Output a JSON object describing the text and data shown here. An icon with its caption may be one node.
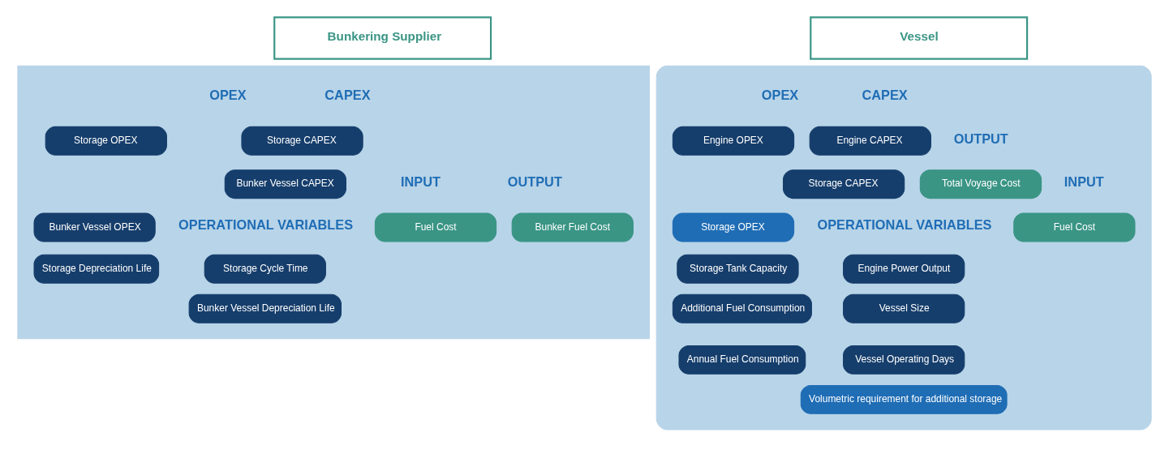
{
  "diagram": {
    "nodes": [
      {
        "text": [
          "Bunkering Supplier"
        ]
      },
      {
        "text": [],
        "shape": "band"
      },
      {
        "text": [
          "Fuel Cost"
        ],
        "in": 1
      },
      {
        "text": [
          "Storage CAPEX"
        ],
        "in": 1
      },
      {
        "text": [
          "Bunker Vessel CAPEX"
        ],
        "in": 1
      },
      {
        "text": [
          "Storage OPEX"
        ],
        "in": 1
      },
      {
        "text": [
          "Bunker Vessel OPEX"
        ],
        "in": 1
      },
      {
        "text": [
          "Bunker Fuel Cost"
        ],
        "in": 1
      },
      {
        "text": [
          "Storage Cycle Time"
        ],
        "in": 1
      },
      {
        "text": [
          "Storage Depreciation Life"
        ],
        "in": 1
      },
      {
        "text": [
          "Bunker Vessel Depreciation Life"
        ],
        "in": 1
      },
      {
        "text": [
          "Vessel"
        ]
      },
      {
        "text": [],
        "shape": "box"
      },
      {
        "text": [
          "Fuel Cost"
        ],
        "in": 12
      },
      {
        "text": [
          "Engine CAPEX"
        ],
        "in": 12
      },
      {
        "text": [
          "Storage CAPEX"
        ],
        "in": 12
      },
      {
        "text": [
          "Engine OPEX"
        ],
        "in": 12
      },
      {
        "text": [
          "Storage OPEX"
        ],
        "in": 12
      },
      {
        "text": [
          "Total Voyage Cost"
        ],
        "in": 12
      },
      {
        "text": [
          "Engine Power Output"
        ],
        "in": 12
      },
      {
        "text": [
          "Storage Tank Capacity"
        ],
        "in": 12
      },
      {
        "text": [
          "Vessel Size"
        ],
        "in": 12
      },
      {
        "text": [
          "Additional Fuel Consumption"
        ],
        "in": 12
      },
      {
        "text": [
          "Vessel Operating Days"
        ],
        "in": 12
      },
      {
        "text": [
          "Annual Fuel Consumption"
        ],
        "in": 12
      },
      {
        "text": [
          "Volumetric requirement for additional storage"
        ],
        "in": 12
      }
    ],
    "labels": [
      "CAPEX",
      "OPEX",
      "INPUT",
      "OUTPUT",
      "OPERATIONAL VARIABLES",
      "CAPEX",
      "OPEX",
      "OUTPUT",
      "INPUT",
      "OPERATIONAL VARIABLES"
    ]
  }
}
